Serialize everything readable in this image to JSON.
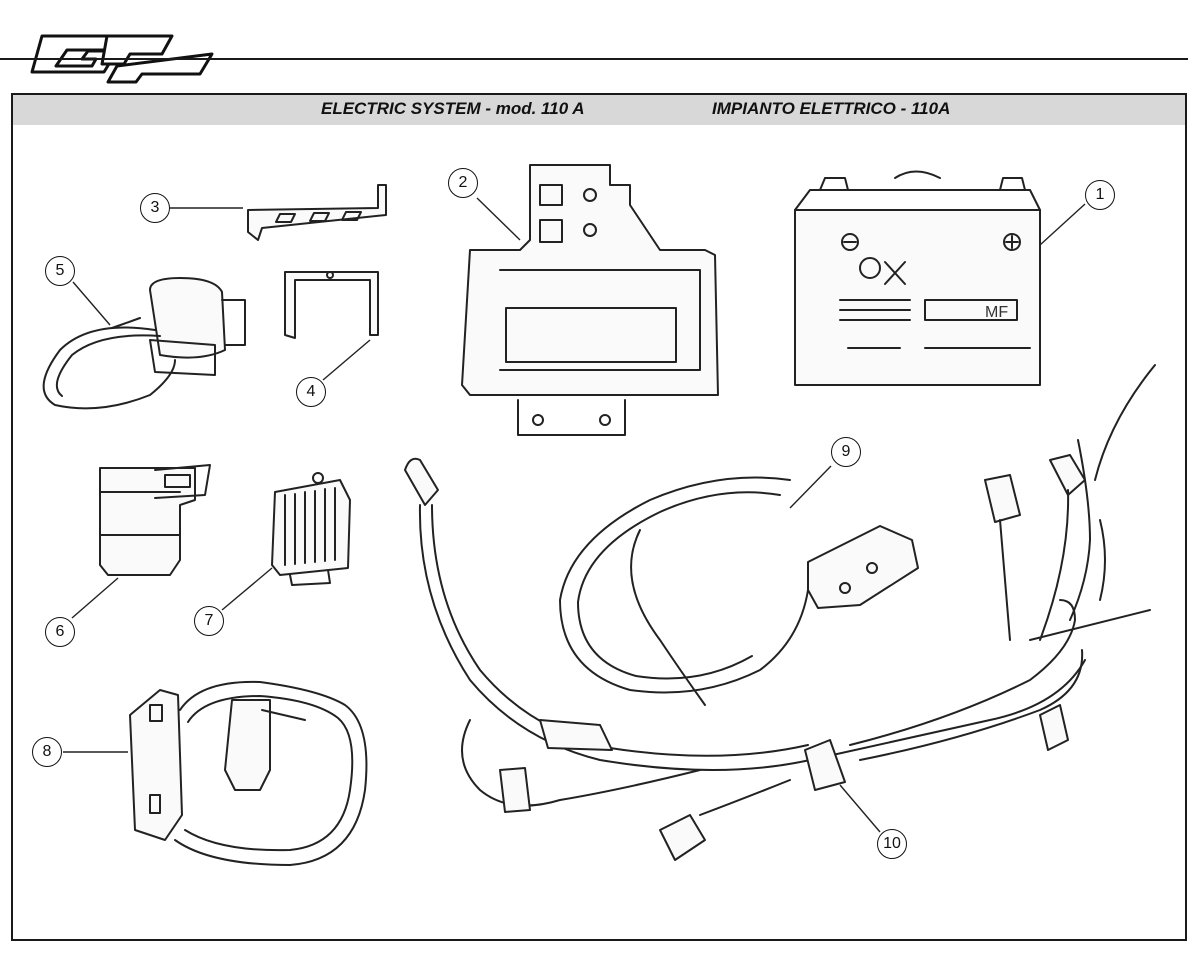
{
  "header": {
    "logo_text": "GPC",
    "logo_icon": "gpc-logo-icon"
  },
  "title_band": {
    "title_en": "ELECTRIC SYSTEM - mod. 110 A",
    "title_it": "IMPIANTO ELETTRICO - 110A"
  },
  "callouts": [
    {
      "number": "1"
    },
    {
      "number": "2"
    },
    {
      "number": "3"
    },
    {
      "number": "4"
    },
    {
      "number": "5"
    },
    {
      "number": "6"
    },
    {
      "number": "7"
    },
    {
      "number": "8"
    },
    {
      "number": "9"
    },
    {
      "number": "10"
    }
  ],
  "battery_label": "MF"
}
